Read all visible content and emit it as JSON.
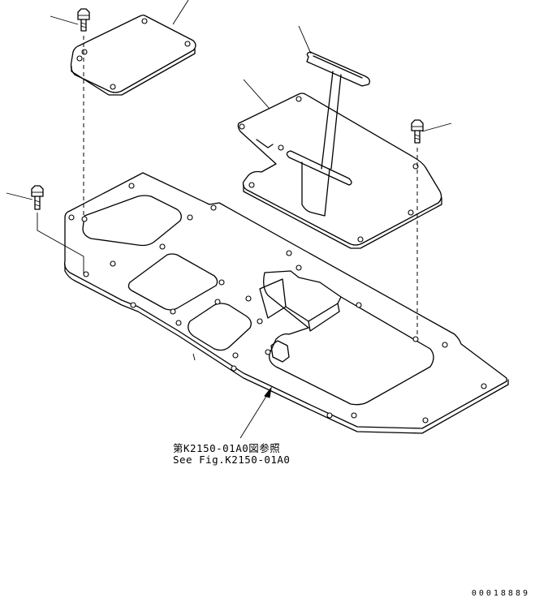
{
  "reference": {
    "japanese": "第K2150-01A0図参照",
    "english": "See Fig.K2150-01A0"
  },
  "drawing_number": "00018889"
}
